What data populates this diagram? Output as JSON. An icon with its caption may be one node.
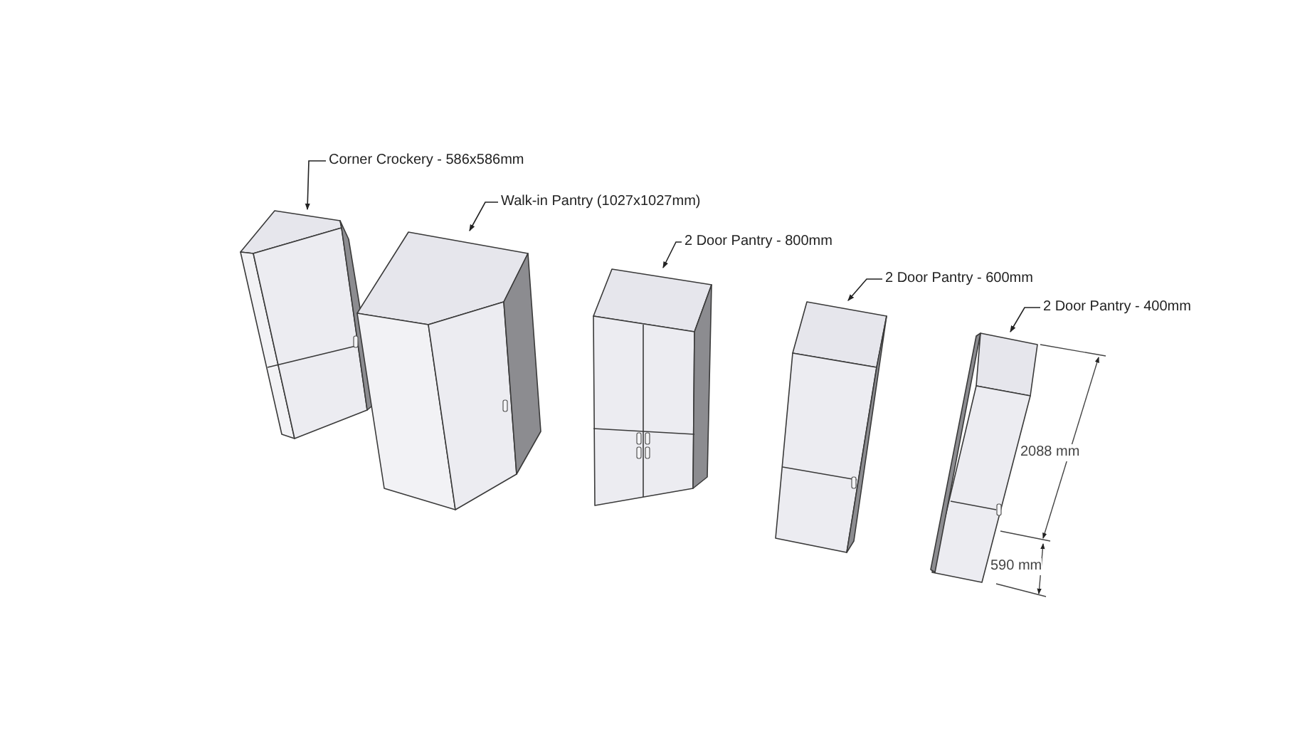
{
  "diagram": {
    "nodes": [
      {
        "text": [
          "Corner Crockery - 586x586mm"
        ]
      },
      {
        "text": [
          "Walk-in Pantry (1027x1027mm)"
        ]
      },
      {
        "text": [
          "2 Door Pantry - 800mm"
        ]
      },
      {
        "text": [
          "2 Door Pantry - 600mm"
        ]
      },
      {
        "text": [
          "2 Door Pantry - 400mm"
        ]
      },
      {
        "text": [],
        "shape": "picture"
      },
      {
        "text": [],
        "shape": "picture"
      },
      {
        "text": [],
        "shape": "picture"
      },
      {
        "text": [],
        "shape": "picture"
      },
      {
        "text": [],
        "shape": "picture"
      }
    ],
    "edges": [
      {
        "from": 0,
        "to": 5,
        "arrow": "to"
      },
      {
        "from": 1,
        "to": 6,
        "arrow": "to"
      },
      {
        "from": 2,
        "to": 7,
        "arrow": "to"
      },
      {
        "from": 3,
        "to": 8,
        "arrow": "to"
      },
      {
        "from": 4,
        "to": 9,
        "arrow": "to"
      }
    ],
    "labels": [
      "2088 mm",
      "590 mm"
    ]
  }
}
